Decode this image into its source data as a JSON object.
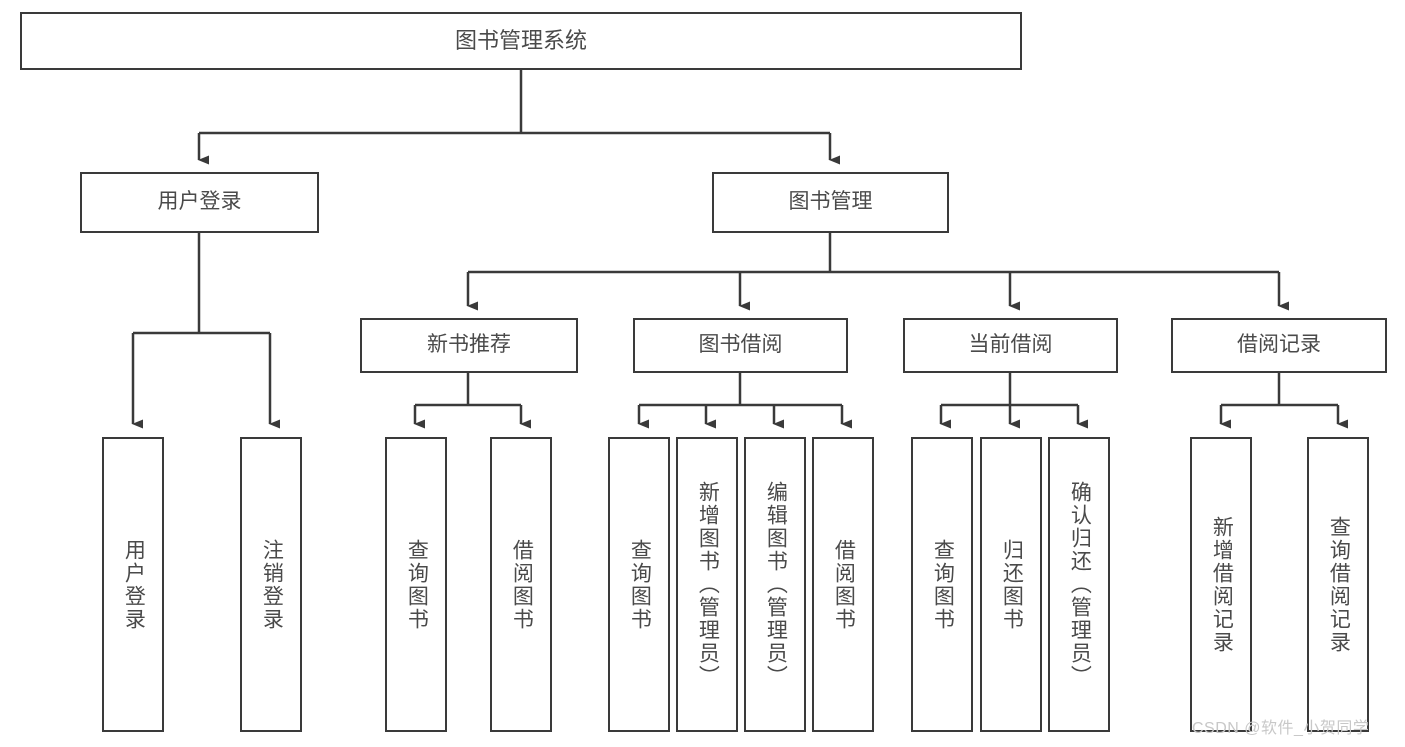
{
  "diagram": {
    "type": "tree-hierarchy-chart",
    "title": "图书管理系统",
    "colors": {
      "node_border": "#3a3a3a",
      "node_fill": "#ffffff",
      "text": "#4a4a4a",
      "edge": "#3a3a3a",
      "background": "#ffffff",
      "watermark": "#c8c8c8"
    },
    "levels": {
      "root": {
        "label": "图书管理系统",
        "orientation": "horizontal"
      },
      "level2": [
        {
          "label": "用户登录",
          "orientation": "horizontal"
        },
        {
          "label": "图书管理",
          "orientation": "horizontal"
        }
      ],
      "level3": [
        {
          "label": "新书推荐",
          "orientation": "horizontal"
        },
        {
          "label": "图书借阅",
          "orientation": "horizontal"
        },
        {
          "label": "当前借阅",
          "orientation": "horizontal"
        },
        {
          "label": "借阅记录",
          "orientation": "horizontal"
        }
      ],
      "leaves": [
        {
          "label": "用户登录",
          "orientation": "vertical",
          "parent": "用户登录"
        },
        {
          "label": "注销登录",
          "orientation": "vertical",
          "parent": "用户登录"
        },
        {
          "label": "查询图书",
          "orientation": "vertical",
          "parent": "新书推荐"
        },
        {
          "label": "借阅图书",
          "orientation": "vertical",
          "parent": "新书推荐"
        },
        {
          "label": "查询图书",
          "orientation": "vertical",
          "parent": "图书借阅"
        },
        {
          "label": "新增图书（管理员）",
          "orientation": "vertical",
          "parent": "图书借阅"
        },
        {
          "label": "编辑图书（管理员）",
          "orientation": "vertical",
          "parent": "图书借阅"
        },
        {
          "label": "借阅图书",
          "orientation": "vertical",
          "parent": "图书借阅"
        },
        {
          "label": "查询图书",
          "orientation": "vertical",
          "parent": "当前借阅"
        },
        {
          "label": "归还图书",
          "orientation": "vertical",
          "parent": "当前借阅"
        },
        {
          "label": "确认归还（管理员）",
          "orientation": "vertical",
          "parent": "当前借阅"
        },
        {
          "label": "新增借阅记录",
          "orientation": "vertical",
          "parent": "借阅记录"
        },
        {
          "label": "查询借阅记录",
          "orientation": "vertical",
          "parent": "借阅记录"
        }
      ]
    }
  },
  "watermark": {
    "text": "CSDN @软件_小贺同学"
  }
}
